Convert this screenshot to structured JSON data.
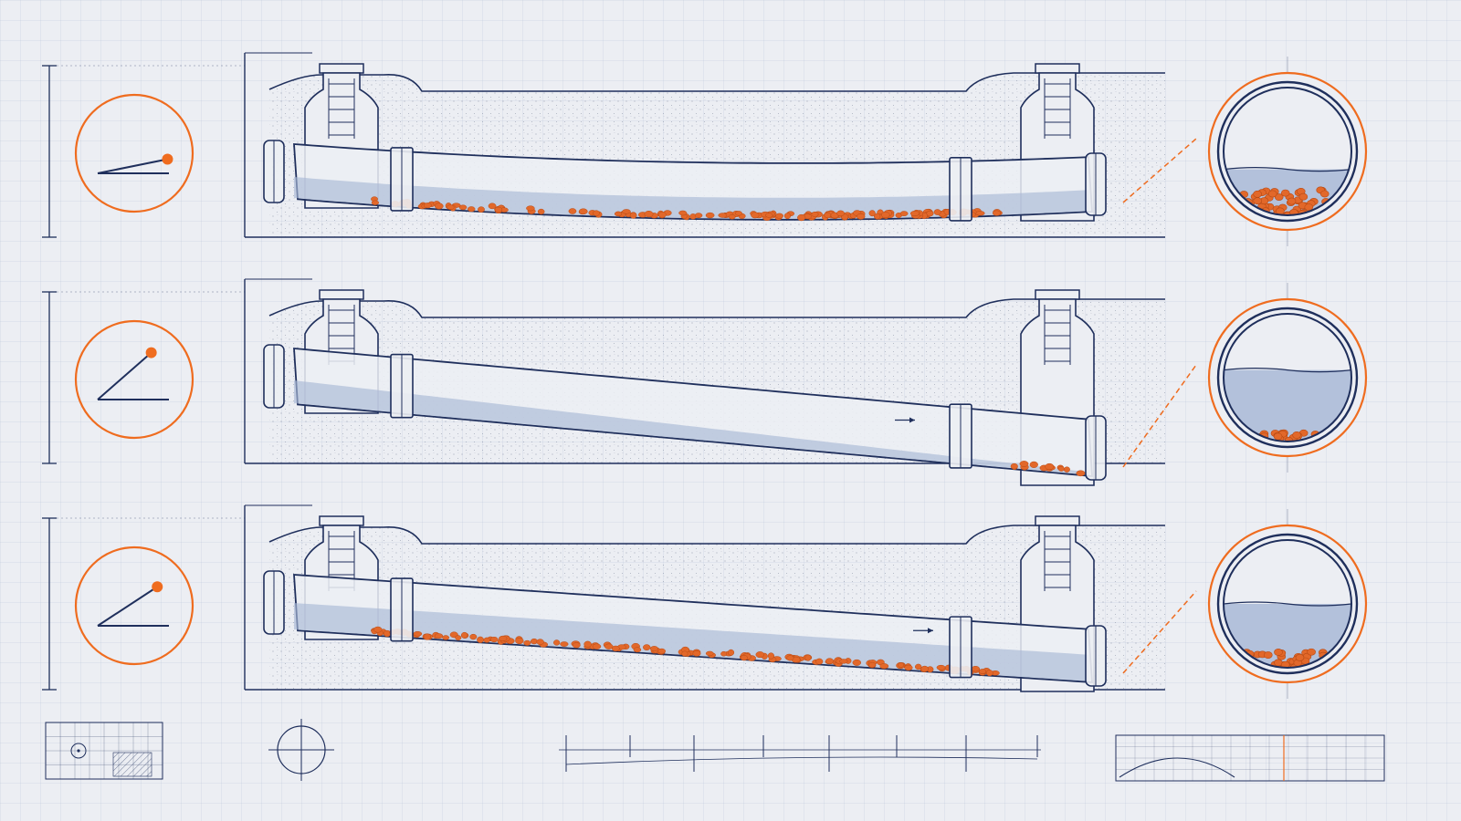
{
  "colors": {
    "background": "#eceef3",
    "line": "#1f2f5c",
    "accent": "#ef6c1f",
    "water": "#a9b9d6",
    "sediment": "#e2682a",
    "soil": "#3a4766"
  },
  "panels": [
    {
      "id": "sag",
      "profile": "sagging",
      "slope_indicator": "shallow",
      "flow_arrow": false,
      "sediment": "heavy",
      "section_water_level": 0.36,
      "section_sediment_level": 0.2
    },
    {
      "id": "steep",
      "profile": "steep-even",
      "slope_indicator": "steep",
      "flow_arrow": true,
      "sediment": "light",
      "section_water_level": 0.56,
      "section_sediment_level": 0.07
    },
    {
      "id": "moderate",
      "profile": "moderate-even",
      "slope_indicator": "moderate",
      "flow_arrow": true,
      "sediment": "moderate",
      "section_water_level": 0.5,
      "section_sediment_level": 0.13
    }
  ],
  "footer": {
    "icons": [
      "grid-detail-icon",
      "crosshair-circle-icon",
      "dimension-ruler-icon",
      "profile-chart-icon"
    ]
  }
}
